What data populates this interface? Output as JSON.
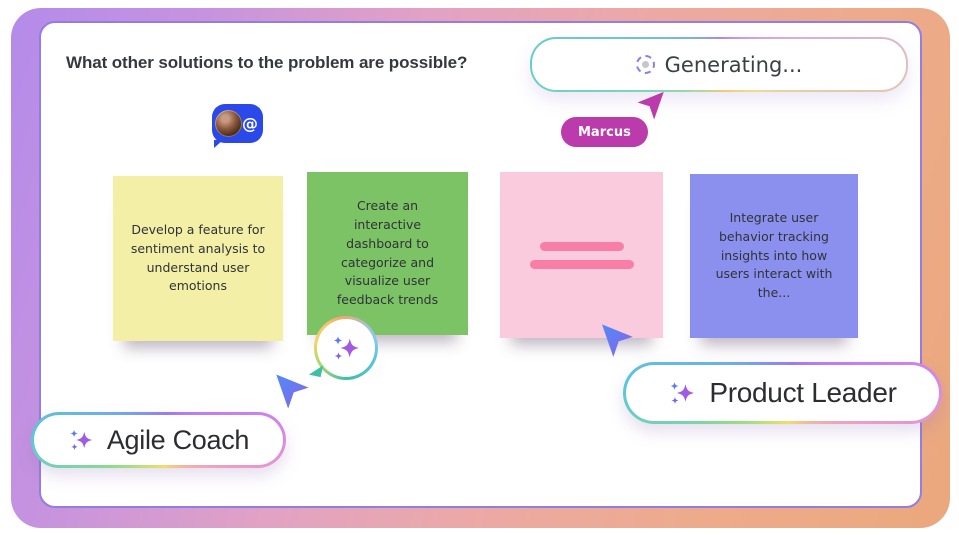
{
  "header": {
    "question": "What other solutions to the problem are possible?",
    "generating": {
      "label": "Generating...",
      "icon": "spinner-icon"
    }
  },
  "collaborators": {
    "human": {
      "name": "Marcus",
      "cursor_color": "#bb3bac"
    },
    "mention_badge": {
      "icon": "at-mention-avatar-icon",
      "at_symbol": "@",
      "color": "#2b49e8"
    }
  },
  "agents": [
    {
      "label": "Agile Coach",
      "icon": "sparkles-icon",
      "cursor_color_gradient": [
        "#4f8af7",
        "#8a63ec"
      ]
    },
    {
      "label": "Product Leader",
      "icon": "sparkles-icon",
      "cursor_color_gradient": [
        "#4f8af7",
        "#8a63ec"
      ]
    }
  ],
  "notes": [
    {
      "text": "Develop a feature for sentiment analysis to understand user emotions",
      "color": "#f4efa6",
      "state": "done"
    },
    {
      "text": "Create an interactive dashboard to categorize and visualize user feedback trends",
      "color": "#7cc366",
      "state": "done"
    },
    {
      "text": "",
      "color": "#facbdc",
      "state": "generating",
      "placeholder_lines": 2,
      "placeholder_bar_color": "#f87ea7"
    },
    {
      "text": "Integrate user behavior tracking insights into how users interact with the...",
      "color": "#8b90ee",
      "state": "done"
    }
  ],
  "colors": {
    "frame_gradient": [
      "#b48bea",
      "#e2a2c4",
      "#edab8b"
    ],
    "canvas_border": "#8f7ee6",
    "rainbow_border": [
      "#5bc8d8",
      "#9b7bf0",
      "#ef9dc6",
      "#f2dc6a",
      "#8edc8a"
    ],
    "ai_bubble_tail": "#3fbfa8"
  }
}
